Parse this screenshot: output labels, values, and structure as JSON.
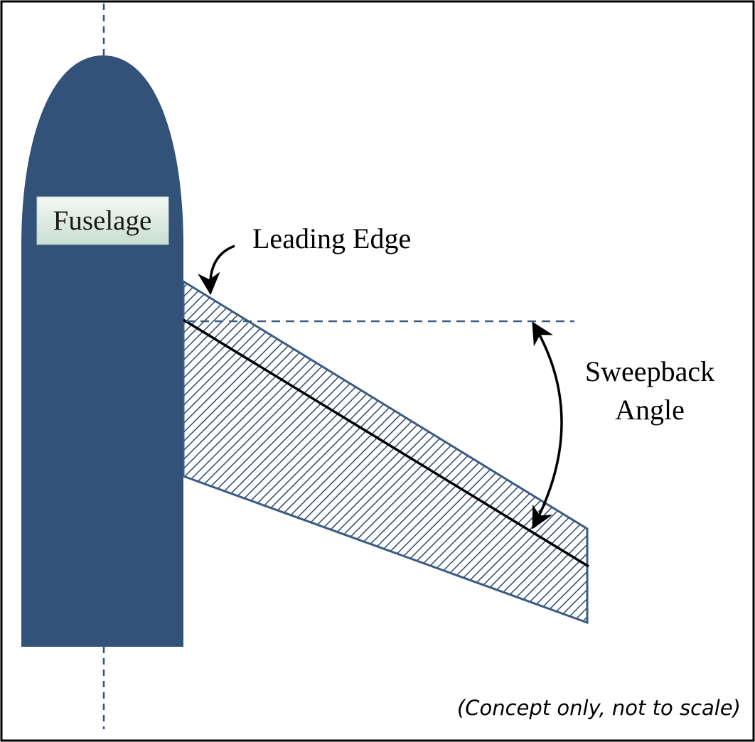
{
  "labels": {
    "fuselage": "Fuselage",
    "leading_edge": "Leading Edge",
    "sweepback_line1": "Sweepback",
    "sweepback_line2": "Angle",
    "note": "(Concept only, not to scale)"
  },
  "colors": {
    "fuselage": "#33527A",
    "wing_outline": "#3B5B82",
    "hatch": "#2E4A6E",
    "centerline": "#33527A",
    "label_box_top": "#F4F8F4",
    "label_box_bottom": "#C9DED3",
    "frame": "#000000"
  }
}
